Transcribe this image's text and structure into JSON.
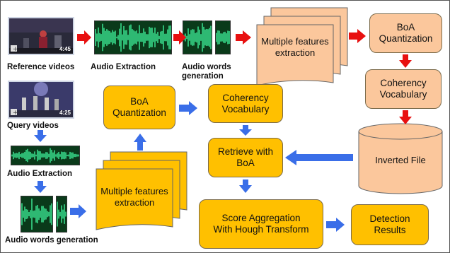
{
  "labels": {
    "reference_videos": "Reference videos",
    "audio_extraction_top": "Audio Extraction",
    "audio_words_top": "Audio words\ngeneration",
    "query_videos": "Query videos",
    "audio_extraction_bottom": "Audio Extraction",
    "audio_words_bottom": "Audio words generation"
  },
  "video_timestamps": {
    "reference": "4:45",
    "query": "4:25"
  },
  "boxes": {
    "multiple_features_top": "Multiple features\nextraction",
    "boa_quant_top": "BoA\nQuantization",
    "coherency_vocab_right": "Coherency\nVocabulary",
    "inverted_file": "Inverted File",
    "boa_quant_mid": "BoA\nQuantization",
    "coherency_vocab_mid": "Coherency\nVocabulary",
    "retrieve": "Retrieve with\nBoA",
    "multiple_features_bottom": "Multiple features\nextraction",
    "score_aggregation": "Score Aggregation\nWith Hough Transform",
    "detection": "Detection\nResults"
  },
  "colors": {
    "yellow_box": "#ffc000",
    "peach_box": "#fbc79c",
    "red_arrow": "#e81010",
    "blue_arrow": "#3a6ee8",
    "waveform": "#3df09a"
  }
}
